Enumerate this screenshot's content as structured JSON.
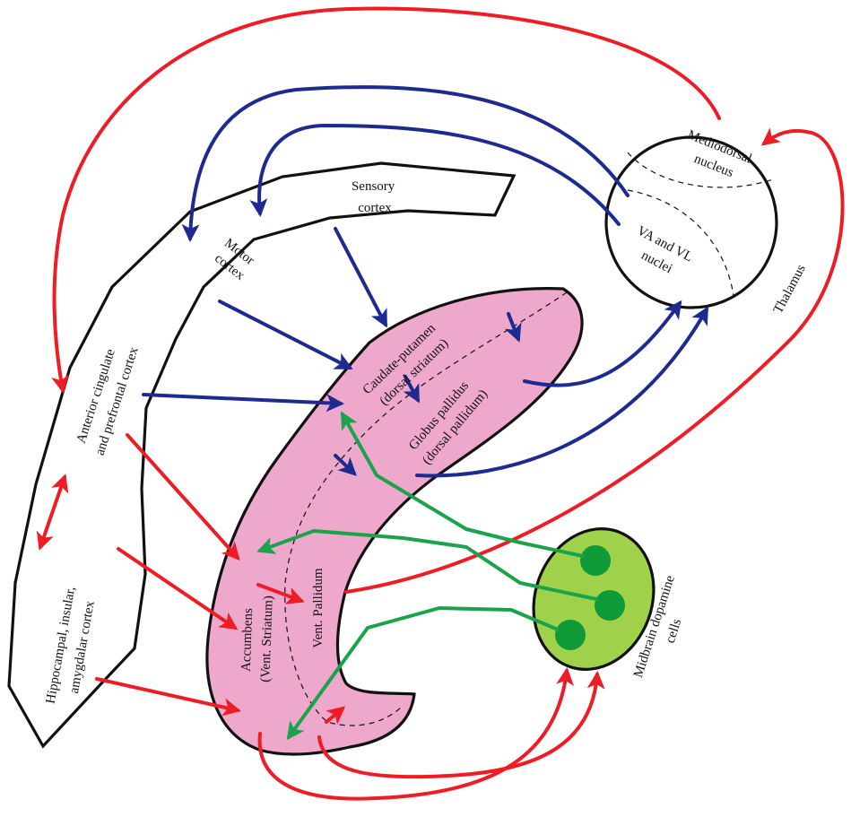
{
  "labels": {
    "sensory_cortex": [
      "Sensory",
      "cortex"
    ],
    "motor_cortex": [
      "Motor",
      "cortex"
    ],
    "mediodorsal_nucleus": [
      "Mediodorsal",
      "nucleus"
    ],
    "va_vl_nuclei": [
      "VA and VL",
      "nuclei"
    ],
    "thalamus": "Thalamus",
    "anterior_cingulate": [
      "Anterior cingulate",
      "and prefrontal cortex"
    ],
    "hippocampal": [
      "Hippocampal, insular,",
      "amygdalar cortex"
    ],
    "caudate_putamen": [
      "Caudate-putamen",
      "(dorsal striatum)"
    ],
    "globus_pallidus": [
      "Globus pallidus",
      "(dorsal pallidum)"
    ],
    "accumbens": [
      "Accumbens",
      "(Vent. Striatum)"
    ],
    "vent_pallidum": "Vent. Pallidum",
    "midbrain_dopamine": [
      "Midbrain dopamine",
      "cells"
    ]
  },
  "colors": {
    "red": "#ee1c25",
    "blue": "#1d2a8f",
    "green": "#1aa34a",
    "striatum_fill": "#eda8cc",
    "dopamine_fill": "#9fd24a",
    "dopamine_cell": "#0f9a3a",
    "outline": "#111111"
  }
}
